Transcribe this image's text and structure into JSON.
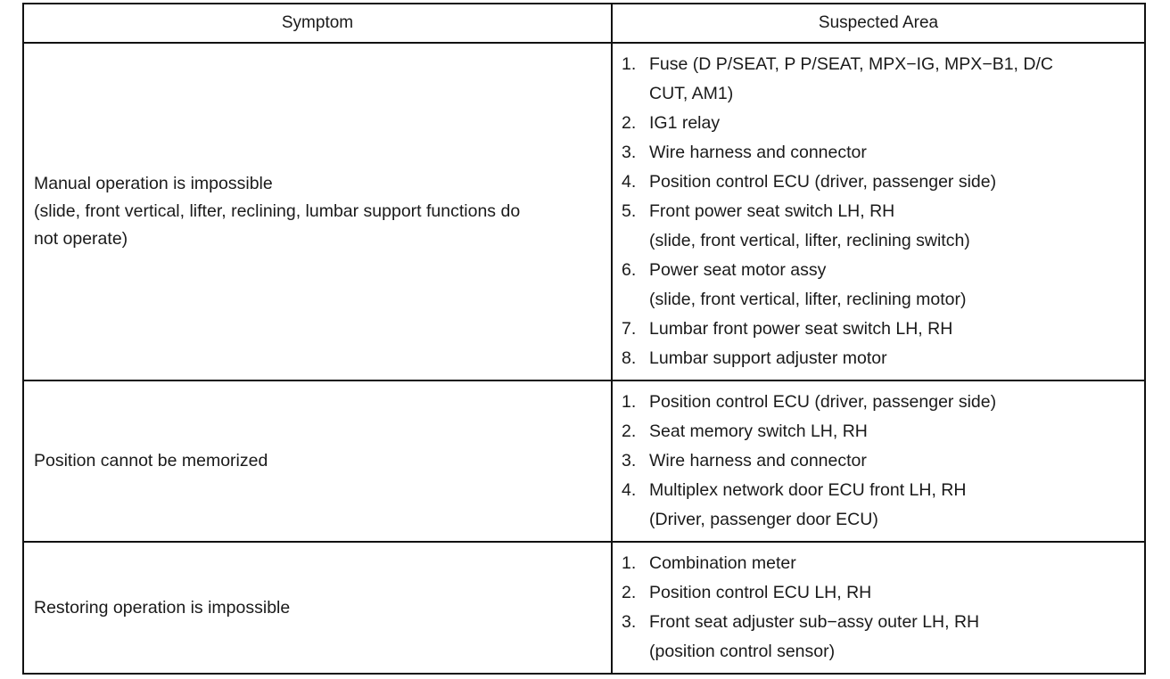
{
  "table": {
    "headers": {
      "symptom": "Symptom",
      "suspected_area": "Suspected Area"
    },
    "rows": [
      {
        "symptom_lines": [
          "Manual operation is impossible",
          "(slide, front vertical, lifter, reclining, lumbar support functions do",
          "not operate)"
        ],
        "items": [
          {
            "num": "1.",
            "lines": [
              "Fuse (D P/SEAT, P P/SEAT, MPX−IG, MPX−B1, D/C",
              "CUT, AM1)"
            ]
          },
          {
            "num": "2.",
            "lines": [
              "IG1 relay"
            ]
          },
          {
            "num": "3.",
            "lines": [
              "Wire harness and connector"
            ]
          },
          {
            "num": "4.",
            "lines": [
              "Position control ECU (driver, passenger side)"
            ]
          },
          {
            "num": "5.",
            "lines": [
              "Front power seat switch LH, RH",
              "(slide, front vertical, lifter, reclining switch)"
            ]
          },
          {
            "num": "6.",
            "lines": [
              "Power seat motor assy",
              "(slide, front vertical, lifter, reclining motor)"
            ]
          },
          {
            "num": "7.",
            "lines": [
              "Lumbar front power seat switch LH, RH"
            ]
          },
          {
            "num": "8.",
            "lines": [
              "Lumbar support adjuster motor"
            ]
          }
        ]
      },
      {
        "symptom_lines": [
          "Position cannot be memorized"
        ],
        "items": [
          {
            "num": "1.",
            "lines": [
              "Position control ECU (driver, passenger side)"
            ]
          },
          {
            "num": "2.",
            "lines": [
              "Seat memory switch LH, RH"
            ]
          },
          {
            "num": "3.",
            "lines": [
              "Wire harness and connector"
            ]
          },
          {
            "num": "4.",
            "lines": [
              "Multiplex network door ECU front LH, RH",
              "(Driver, passenger door ECU)"
            ]
          }
        ]
      },
      {
        "symptom_lines": [
          "Restoring operation is impossible"
        ],
        "items": [
          {
            "num": "1.",
            "lines": [
              "Combination meter"
            ]
          },
          {
            "num": "2.",
            "lines": [
              "Position control ECU LH, RH"
            ]
          },
          {
            "num": "3.",
            "lines": [
              "Front seat adjuster sub−assy outer LH, RH",
              "(position control sensor)"
            ]
          }
        ]
      }
    ]
  }
}
